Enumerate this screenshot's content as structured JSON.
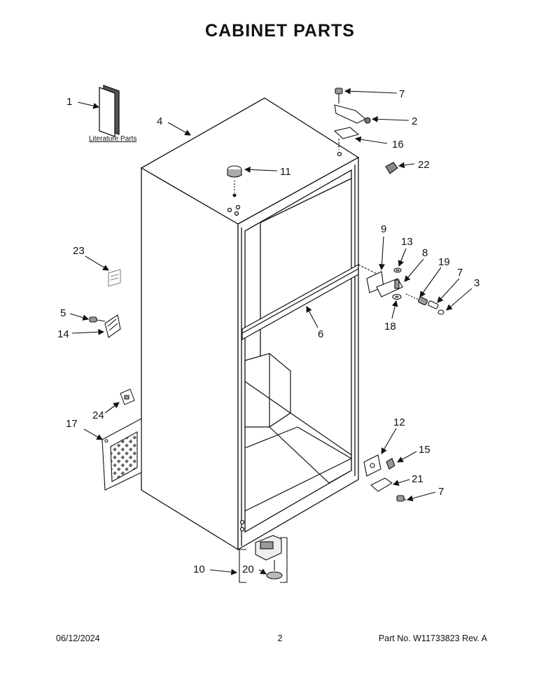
{
  "page_title": "CABINET PARTS",
  "literature_label": "Literature Parts",
  "callouts": {
    "c1": "1",
    "c2": "2",
    "c3": "3",
    "c4": "4",
    "c5": "5",
    "c6": "6",
    "c7a": "7",
    "c7b": "7",
    "c7c": "7",
    "c8": "8",
    "c9": "9",
    "c10": "10",
    "c11": "11",
    "c12": "12",
    "c13": "13",
    "c14": "14",
    "c15": "15",
    "c16": "16",
    "c17": "17",
    "c18": "18",
    "c19": "19",
    "c20": "20",
    "c21": "21",
    "c22": "22",
    "c23": "23",
    "c24": "24"
  },
  "footer": {
    "date": "06/12/2024",
    "page": "2",
    "part_number": "Part No.  W11733823  Rev.  A"
  }
}
